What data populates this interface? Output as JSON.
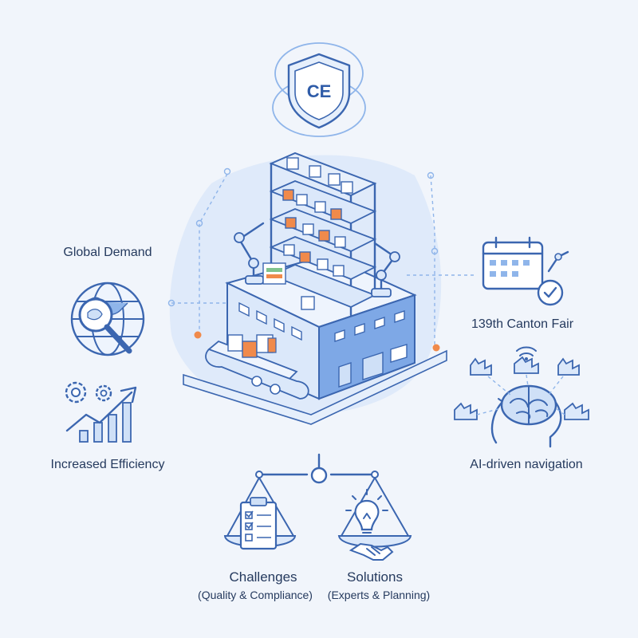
{
  "badge": {
    "text": "CE"
  },
  "labels": {
    "global_demand": "Global Demand",
    "increased_efficiency": "Increased Efficiency",
    "canton_fair": "139th Canton Fair",
    "ai_navigation": "AI-driven navigation",
    "challenges": "Challenges",
    "challenges_detail": "(Quality & Compliance)",
    "solutions": "Solutions",
    "solutions_detail": "(Experts & Planning)"
  },
  "colors": {
    "background": "#f1f5fb",
    "line": "#3b66b0",
    "light_blue": "#cfe0f7",
    "mid_blue": "#8fb5ea",
    "accent_orange": "#f08a4b",
    "accent_green": "#7fc38d",
    "text": "#253a5e"
  },
  "icons": [
    "shield-ce-icon",
    "factory-icon",
    "warehouse-rack-icon",
    "robot-arm-icon",
    "globe-magnifier-icon",
    "gears-growth-chart-icon",
    "calendar-check-icon",
    "ai-brain-network-icon",
    "balance-scale-icon",
    "clipboard-checklist-icon",
    "lightbulb-icon",
    "handshake-icon"
  ]
}
